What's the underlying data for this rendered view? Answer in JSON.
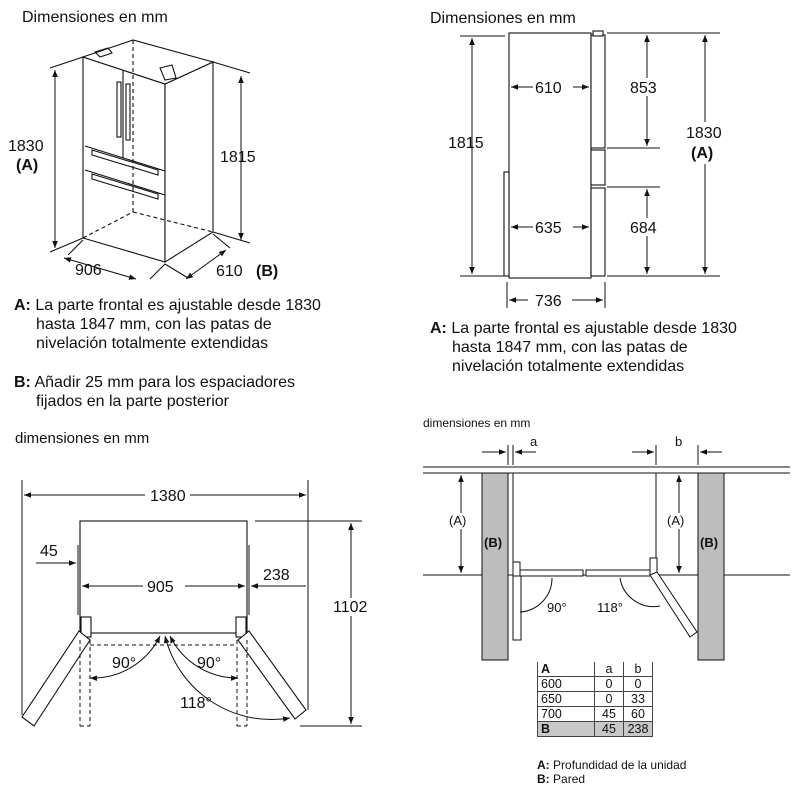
{
  "q1": {
    "title": "Dimensiones en mm",
    "height_total": "1830",
    "height_total_tag": "(A)",
    "height_body": "1815",
    "width": "906",
    "depth": "610",
    "depth_tag": "(B)"
  },
  "q2": {
    "title": "Dimensiones en mm",
    "total_height": "1815",
    "top_depth": "610",
    "bottom_depth": "635",
    "upper_height": "853",
    "lower_height": "684",
    "height_a": "1830",
    "height_a_tag": "(A)",
    "overall_depth": "736"
  },
  "notes": {
    "a_key": "A:",
    "a_text_1": "La parte frontal es ajustable desde 1830",
    "a_text_2": "hasta 1847 mm, con las patas de",
    "a_text_3": "nivelación totalmente extendidas",
    "b_key": "B:",
    "b_text_1": "Añadir 25 mm para los espaciadores",
    "b_text_2": "fijados en la parte posterior"
  },
  "q3": {
    "title": "dimensiones en mm",
    "overall_width": "1380",
    "side_gap": "45",
    "unit_width": "905",
    "door_clear": "238",
    "depth_open": "1102",
    "angle_left": "90°",
    "angle_right": "90°",
    "angle_wide": "118°"
  },
  "q4": {
    "title": "dimensiones en mm",
    "gap_a": "a",
    "gap_b": "b",
    "tag_a_left": "(A)",
    "tag_b_left": "(B)",
    "tag_a_right": "(A)",
    "tag_b_right": "(B)",
    "angle_90": "90°",
    "angle_118": "118°",
    "table": {
      "headers": [
        "A",
        "a",
        "b"
      ],
      "rows": [
        [
          "600",
          "0",
          "0"
        ],
        [
          "650",
          "0",
          "33"
        ],
        [
          "700",
          "45",
          "60"
        ],
        [
          "B",
          "45",
          "238"
        ]
      ]
    },
    "legend_a_key": "A:",
    "legend_a_text": "Profundidad de la unidad",
    "legend_b_key": "B:",
    "legend_b_text": "Pared"
  }
}
